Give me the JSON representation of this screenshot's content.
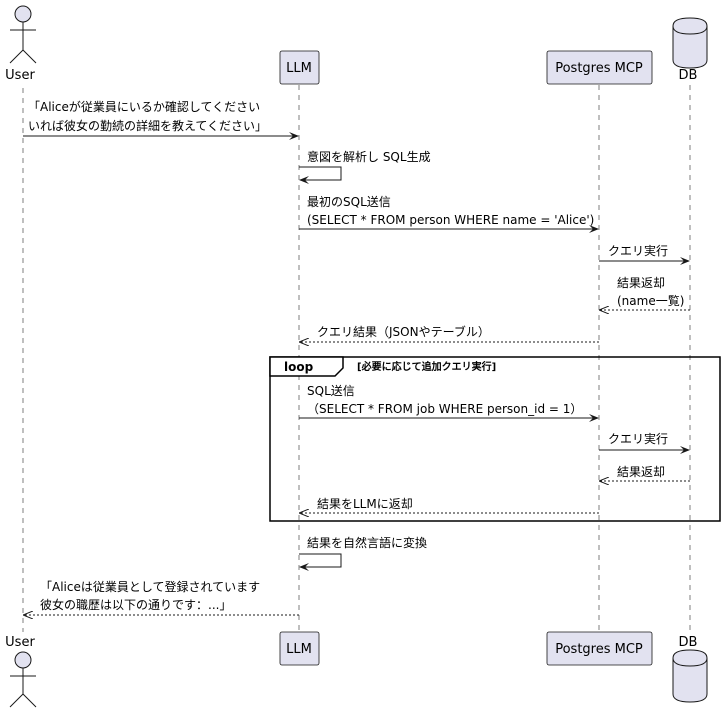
{
  "participants": {
    "user": "User",
    "llm": "LLM",
    "mcp": "Postgres MCP",
    "db": "DB"
  },
  "messages": {
    "m1": [
      "「Aliceが従業員にいるか確認してください",
      "いれば彼女の勤続の詳細を教えてください」"
    ],
    "m2": [
      "意図を解析し SQL生成"
    ],
    "m3": [
      "最初のSQL送信",
      "(SELECT * FROM person WHERE name = 'Alice')"
    ],
    "m4": [
      "クエリ実行"
    ],
    "m5": [
      "結果返却",
      "(name一覧)"
    ],
    "m6": [
      "クエリ結果（JSONやテーブル）"
    ],
    "m7": [
      "SQL送信",
      "（SELECT * FROM job WHERE person_id = 1）"
    ],
    "m8": [
      "クエリ実行"
    ],
    "m9": [
      "結果返却"
    ],
    "m10": [
      "結果をLLMに返却"
    ],
    "m11": [
      "結果を自然言語に変換"
    ],
    "m12": [
      "「Aliceは従業員として登録されています",
      "彼女の職歴は以下の通りです：...」"
    ]
  },
  "loop": {
    "label": "loop",
    "condition": "[必要に応じて追加クエリ実行]"
  }
}
